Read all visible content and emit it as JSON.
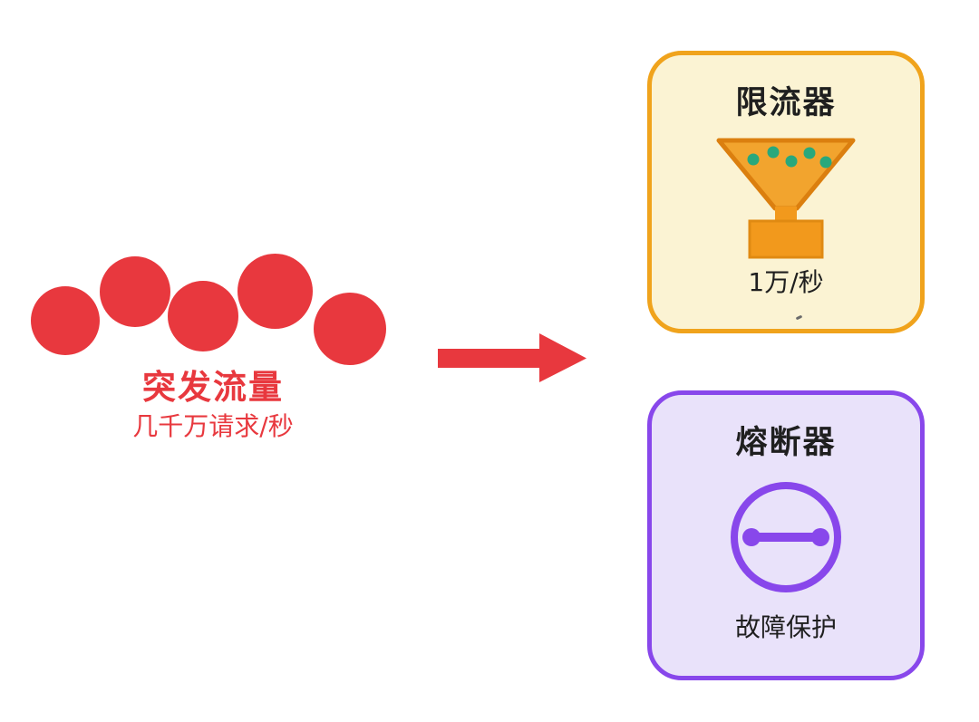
{
  "diagram": {
    "source": {
      "label": "突发流量",
      "sublabel": "几千万请求/秒"
    },
    "rate_limiter": {
      "title": "限流器",
      "caption": "1万/秒"
    },
    "circuit_breaker": {
      "title": "熔断器",
      "caption": "故障保护"
    },
    "colors": {
      "traffic_red": "#E8383E",
      "limiter_border": "#F0A31C",
      "limiter_bg": "#FBF3D3",
      "funnel_orange": "#F2991C",
      "funnel_outline": "#DB7F0F",
      "request_dot_green": "#29A87C",
      "breaker_border": "#8847EB",
      "breaker_bg": "#E9E2FA",
      "title_text": "#1F1F1F"
    }
  }
}
